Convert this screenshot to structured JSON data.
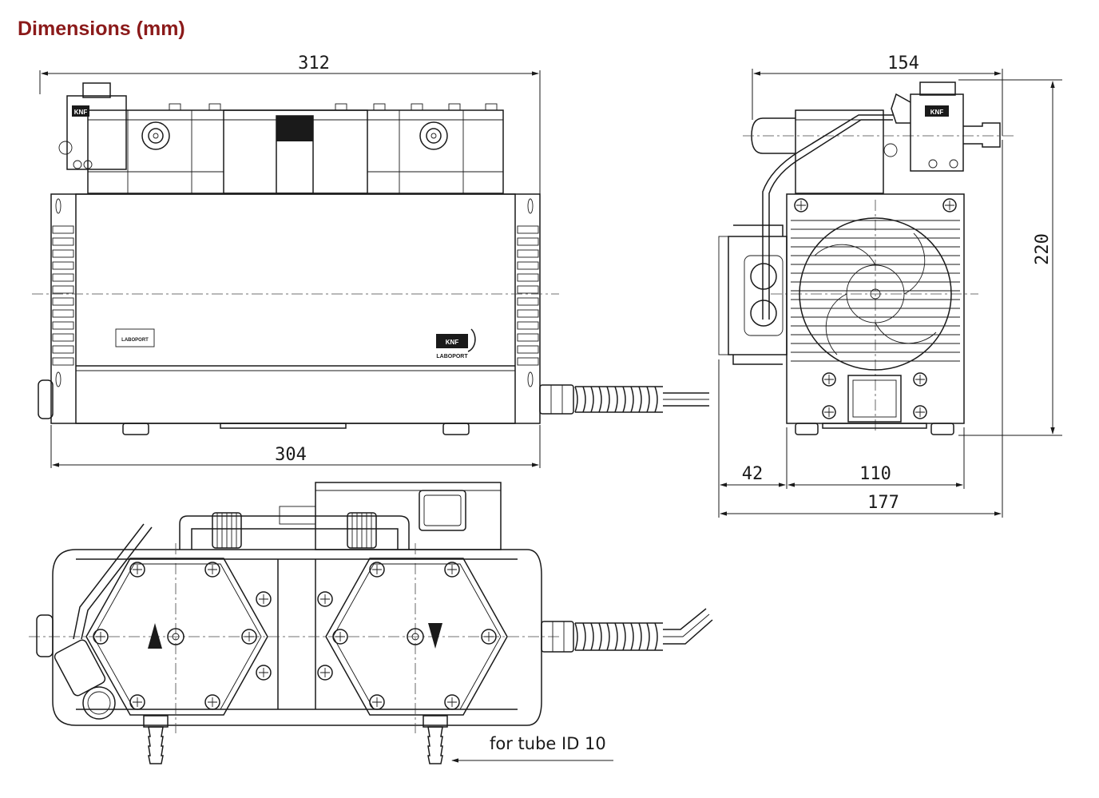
{
  "title": "Dimensions (mm)",
  "dimensions": {
    "overall_length": "312",
    "base_length": "304",
    "side_width": "154",
    "height": "220",
    "offset": "42",
    "base_width": "110",
    "overall_width": "177"
  },
  "labels": {
    "brand_mark": "KNF",
    "brand_sub": "LABOPORT",
    "bg_mark": "LABOPORT"
  },
  "note": "for tube ID 10"
}
